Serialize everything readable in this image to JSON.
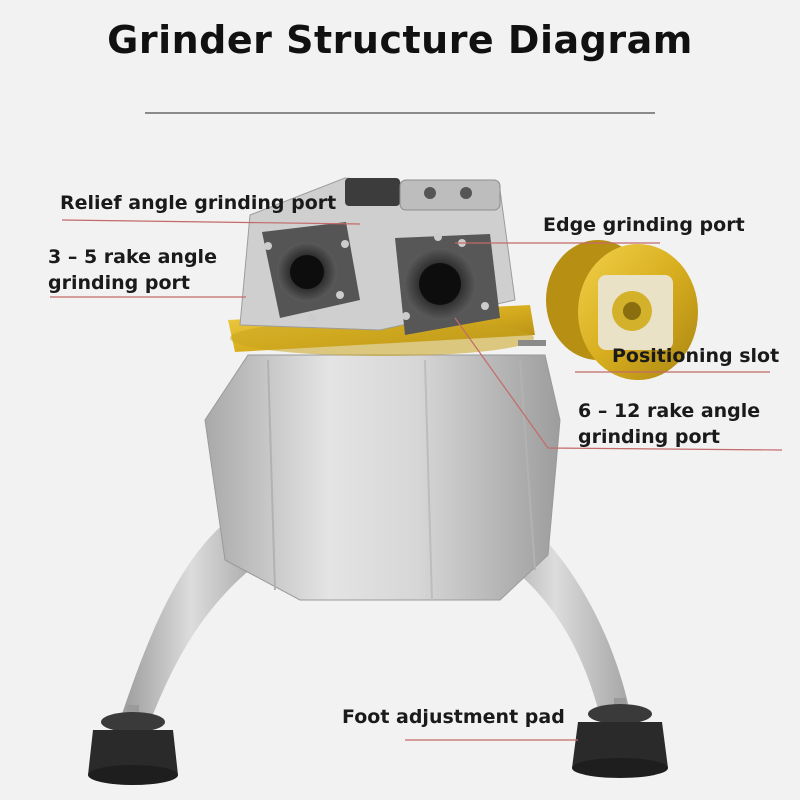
{
  "title": "Grinder Structure Diagram",
  "labels": {
    "relief": "Relief angle grinding port",
    "rake35_line1": "3 – 5 rake angle",
    "rake35_line2": "grinding port",
    "edge": "Edge grinding port",
    "positioning": "Positioning slot",
    "rake612_line1": "6 – 12 rake angle",
    "rake612_line2": "grinding port",
    "foot": "Foot adjustment pad"
  },
  "colors": {
    "background": "#f2f2f2",
    "body_silver": "#c9c9c9",
    "gold_ring": "#d4b12a",
    "leader_line": "#c46a6a",
    "foot_rubber": "#2a2a2a"
  }
}
